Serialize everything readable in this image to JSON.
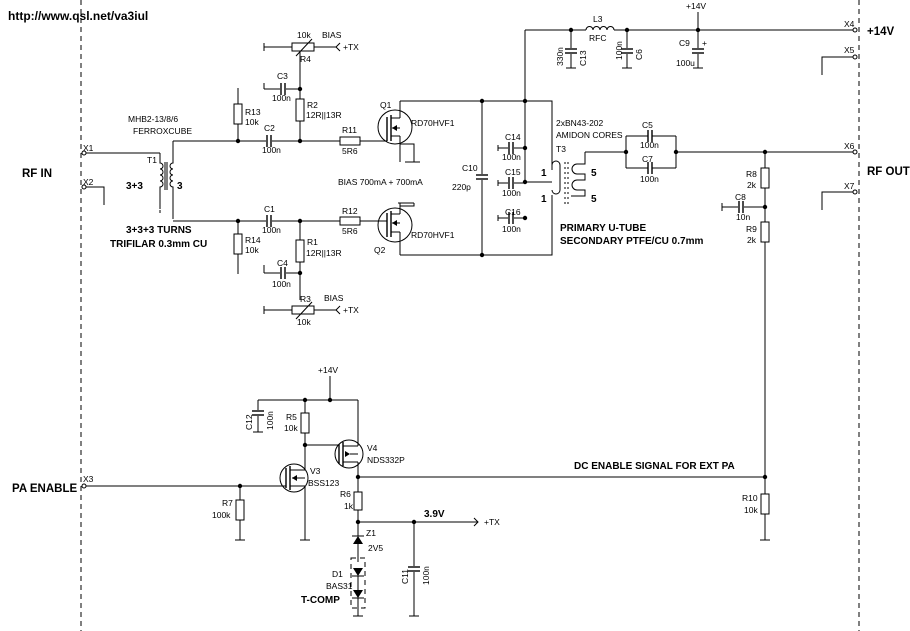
{
  "url": "http://www.qsl.net/va3iul",
  "supply": "+14V",
  "ports": {
    "rf_in": "RF IN",
    "rf_out": "RF OUT",
    "pa_enable": "PA ENABLE",
    "plus14v": "+14V",
    "x1": "X1",
    "x2": "X2",
    "x3": "X3",
    "x4": "X4",
    "x5": "X5",
    "x6": "X6",
    "x7": "X7"
  },
  "notes": {
    "core_t1": "MHB2-13/8/6",
    "core_t1_maker": "FERROXCUBE",
    "t1_turns": "3+3+3 TURNS",
    "t1_wire": "TRIFILAR 0.3mm CU",
    "t1_left": "3+3",
    "t1_right": "3",
    "bias_current": "BIAS 700mA + 700mA",
    "t3_core": "2xBN43-202",
    "t3_core_maker": "AMIDON CORES",
    "t3_primary": "PRIMARY U-TUBE",
    "t3_secondary": "SECONDARY PTFE/CU 0.7mm",
    "t3_n1a": "1",
    "t3_n1b": "1",
    "t3_n5a": "5",
    "t3_n5b": "5",
    "dc_enable": "DC ENABLE SIGNAL FOR EXT PA",
    "v39": "3.9V",
    "tcomp": "T-COMP",
    "bias": "BIAS",
    "tx": "+TX"
  },
  "parts": {
    "r4": {
      "ref": "R4",
      "value": "10k"
    },
    "r3": {
      "ref": "R3",
      "value": "10k"
    },
    "c3": {
      "ref": "C3",
      "value": "100n"
    },
    "c4": {
      "ref": "C4",
      "value": "100n"
    },
    "r2": {
      "ref": "R2",
      "value": "12R||13R"
    },
    "r1": {
      "ref": "R1",
      "value": "12R||13R"
    },
    "r13": {
      "ref": "R13",
      "value": "10k"
    },
    "r14": {
      "ref": "R14",
      "value": "10k"
    },
    "c2": {
      "ref": "C2",
      "value": "100n"
    },
    "c1": {
      "ref": "C1",
      "value": "100n"
    },
    "r11": {
      "ref": "R11",
      "value": "5R6"
    },
    "r12": {
      "ref": "R12",
      "value": "5R6"
    },
    "q1": {
      "ref": "Q1",
      "value": "RD70HVF1"
    },
    "q2": {
      "ref": "Q2",
      "value": "RD70HVF1"
    },
    "t1": {
      "ref": "T1"
    },
    "t3": {
      "ref": "T3"
    },
    "c10": {
      "ref": "C10",
      "value": "220p"
    },
    "c14": {
      "ref": "C14",
      "value": "100n"
    },
    "c15": {
      "ref": "C15",
      "value": "100n"
    },
    "c16": {
      "ref": "C16",
      "value": "100n"
    },
    "l3": {
      "ref": "L3",
      "value": "RFC"
    },
    "c13": {
      "ref": "C13",
      "value": "330n"
    },
    "c6": {
      "ref": "C6",
      "value": "100n"
    },
    "c9": {
      "ref": "C9",
      "value": "100u"
    },
    "c5": {
      "ref": "C5",
      "value": "100n"
    },
    "c7": {
      "ref": "C7",
      "value": "100n"
    },
    "r8": {
      "ref": "R8",
      "value": "2k"
    },
    "c8": {
      "ref": "C8",
      "value": "10n"
    },
    "r9": {
      "ref": "R9",
      "value": "2k"
    },
    "r10": {
      "ref": "R10",
      "value": "10k"
    },
    "c12": {
      "ref": "C12",
      "value": "100n"
    },
    "r5": {
      "ref": "R5",
      "value": "10k"
    },
    "v4": {
      "ref": "V4",
      "value": "NDS332P"
    },
    "v3": {
      "ref": "V3",
      "value": "BSS123"
    },
    "r7": {
      "ref": "R7",
      "value": "100k"
    },
    "r6": {
      "ref": "R6",
      "value": "1k"
    },
    "z1": {
      "ref": "Z1",
      "value": "2V5"
    },
    "d1": {
      "ref": "D1",
      "value": "BAS31"
    },
    "c11": {
      "ref": "C11",
      "value": "100n"
    }
  }
}
